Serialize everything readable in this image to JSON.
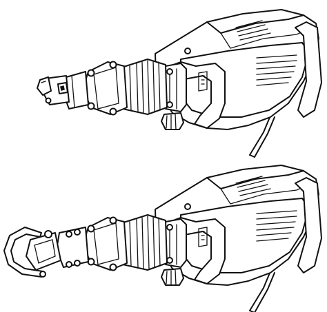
{
  "figure": {
    "background": "#ffffff",
    "line_color": "#111111",
    "views": [
      {
        "id": "top",
        "tool_head": "retainer-latch-closed"
      },
      {
        "id": "bottom",
        "tool_head": "retainer-loop-open"
      }
    ]
  }
}
